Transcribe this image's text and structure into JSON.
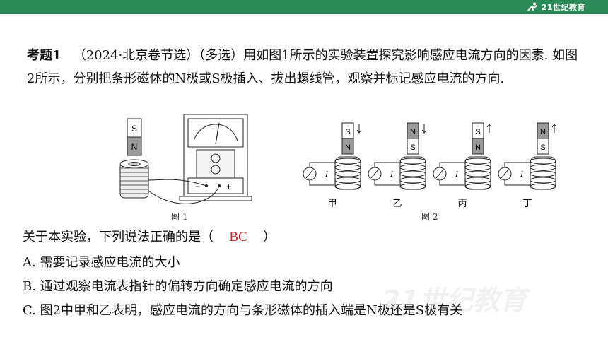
{
  "header": {
    "brand_text": "21世纪教育",
    "bar_color": "#2a8a57"
  },
  "question": {
    "label": "考题1",
    "source": "（2024·北京卷节选）（多选）",
    "text": "用如图1所示的实验装置探究影响感应电流方向的因素. 如图2所示，分别把条形磁体的N极或S极插入、拔出螺线管，观察并标记感应电流的方向."
  },
  "figure1": {
    "caption": "图 1",
    "magnet_top": "S",
    "magnet_bottom": "N",
    "minus_label": "−",
    "plus_label": "+"
  },
  "figure2": {
    "caption": "图 2",
    "current_label": "I",
    "panels": [
      {
        "name": "甲",
        "top": "S",
        "bottom": "N",
        "direction": "down"
      },
      {
        "name": "乙",
        "top": "N",
        "bottom": "S",
        "direction": "down"
      },
      {
        "name": "丙",
        "top": "S",
        "bottom": "N",
        "direction": "up"
      },
      {
        "name": "丁",
        "top": "N",
        "bottom": "S",
        "direction": "up"
      }
    ]
  },
  "prompt": {
    "text": "关于本实验，下列说法正确的是（",
    "answer": "BC",
    "close": "）",
    "answer_color": "#e02020"
  },
  "options": [
    {
      "text": "A.  需要记录感应电流的大小"
    },
    {
      "text": "B.  通过观察电流表指针的偏转方向确定感应电流的方向"
    },
    {
      "text": "C.  图2中甲和乙表明，感应电流的方向与条形磁体的插入端是N极还是S极有关"
    }
  ],
  "watermark": {
    "text": "21世纪教育"
  }
}
